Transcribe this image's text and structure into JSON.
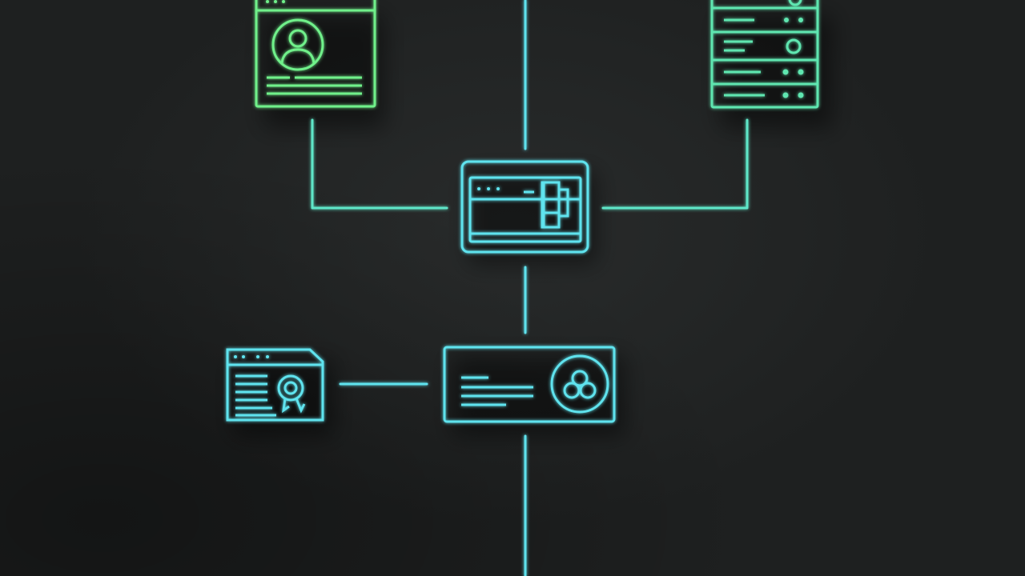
{
  "diagram": {
    "style": "neon line-art network topology on dark background",
    "colors": {
      "background": "#1e2020",
      "green": "#6ff08a",
      "teal_green": "#5fe6b0",
      "cyan": "#5fe3ee"
    },
    "nodes": [
      {
        "id": "user-profile",
        "icon": "user-profile-window-icon",
        "color": "green"
      },
      {
        "id": "server-rack",
        "icon": "server-rack-icon",
        "color": "teal_green"
      },
      {
        "id": "hub",
        "icon": "browser-window-hub-icon",
        "color": "cyan"
      },
      {
        "id": "certificate",
        "icon": "certificate-document-icon",
        "color": "cyan"
      },
      {
        "id": "service-card",
        "icon": "service-card-icon",
        "color": "cyan"
      }
    ],
    "edges": [
      {
        "from": "user-profile",
        "to": "hub"
      },
      {
        "from": "server-rack",
        "to": "hub"
      },
      {
        "from": "top-edge",
        "to": "hub"
      },
      {
        "from": "hub",
        "to": "service-card"
      },
      {
        "from": "certificate",
        "to": "service-card"
      },
      {
        "from": "service-card",
        "to": "bottom-edge"
      }
    ]
  }
}
